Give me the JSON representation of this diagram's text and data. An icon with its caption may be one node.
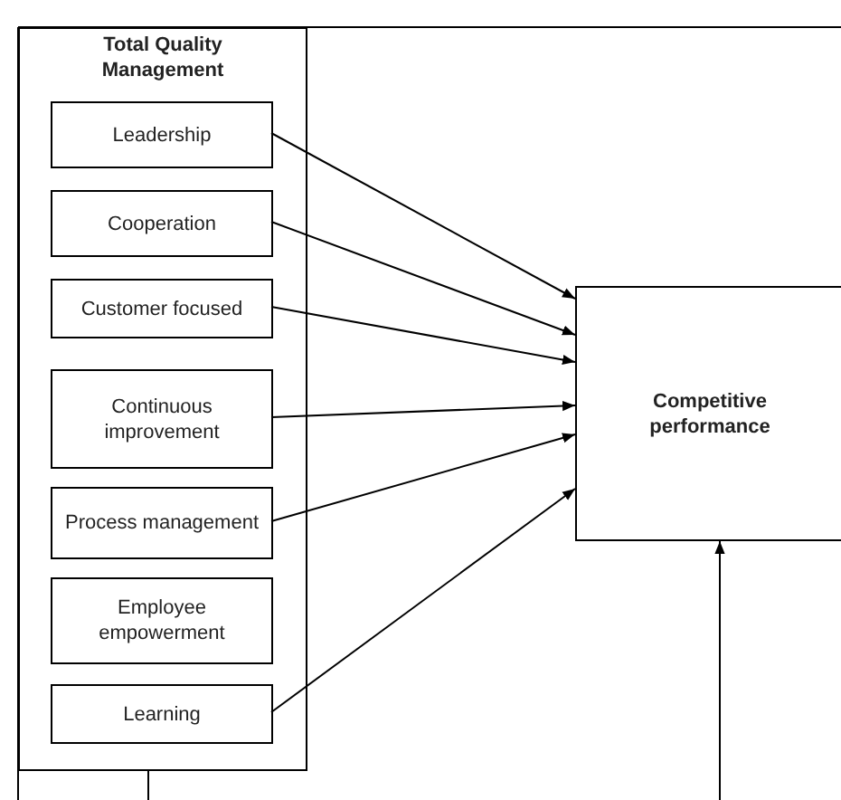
{
  "diagram": {
    "nodes": [
      {
        "text": [
          "Total Quality Management"
        ]
      },
      {
        "text": [
          "Leadership"
        ],
        "in": 0
      },
      {
        "text": [
          "Cooperation"
        ],
        "in": 0
      },
      {
        "text": [
          "Customer focused"
        ],
        "in": 0
      },
      {
        "text": [
          "Continuous improvement"
        ],
        "in": 0
      },
      {
        "text": [
          "Process management"
        ],
        "in": 0
      },
      {
        "text": [
          "Employee empowerment"
        ],
        "in": 0
      },
      {
        "text": [
          "Learning"
        ],
        "in": 0
      },
      {
        "text": [
          "Competitive performance"
        ]
      }
    ],
    "edges": [
      {
        "from": 1,
        "to": 8,
        "arrow": "to"
      },
      {
        "from": 2,
        "to": 8,
        "arrow": "to"
      },
      {
        "from": 3,
        "to": 8,
        "arrow": "to"
      },
      {
        "from": 4,
        "to": 8,
        "arrow": "to"
      },
      {
        "from": 5,
        "to": 8,
        "arrow": "to"
      },
      {
        "from": 7,
        "to": 8,
        "arrow": "to"
      },
      {
        "from": null,
        "to": 8,
        "arrow": "to"
      }
    ]
  }
}
